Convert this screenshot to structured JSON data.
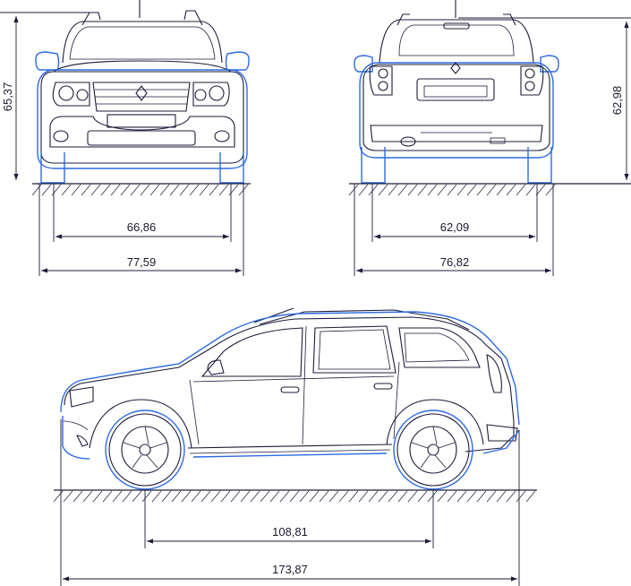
{
  "dimensions": {
    "front_height": "65,37",
    "rear_height": "62,98",
    "front_track": "66,86",
    "front_width": "77,59",
    "rear_track": "62,09",
    "rear_width": "76,82",
    "wheelbase": "108,81",
    "overall_length": "173,87"
  },
  "colors": {
    "outline": "#1c1c3a",
    "highlight": "#2d6be0"
  }
}
